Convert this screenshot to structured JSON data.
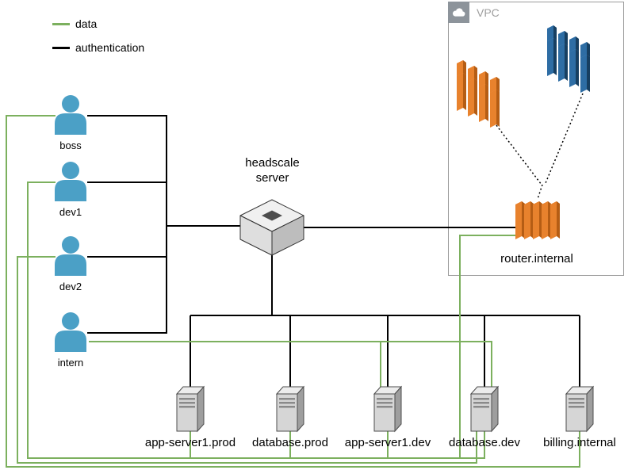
{
  "legend": {
    "items": [
      {
        "label": "data",
        "color": "#7cb05e"
      },
      {
        "label": "authentication",
        "color": "#000000"
      }
    ]
  },
  "users": [
    {
      "label": "boss"
    },
    {
      "label": "dev1"
    },
    {
      "label": "dev2"
    },
    {
      "label": "intern"
    }
  ],
  "headscale": {
    "label": "headscale server"
  },
  "vpc": {
    "title": "VPC",
    "router": {
      "label": "router.internal"
    }
  },
  "servers": [
    {
      "label": "app-server1.prod"
    },
    {
      "label": "database.prod"
    },
    {
      "label": "app-server1.dev"
    },
    {
      "label": "database.dev"
    },
    {
      "label": "billing.internal"
    }
  ],
  "colors": {
    "data_line": "#7cb05e",
    "auth_line": "#000000",
    "user_icon": "#4ba0c6",
    "aws_orange": "#e8822d",
    "aws_blue": "#2e6da4",
    "vpc_border": "#9b9b9b"
  }
}
